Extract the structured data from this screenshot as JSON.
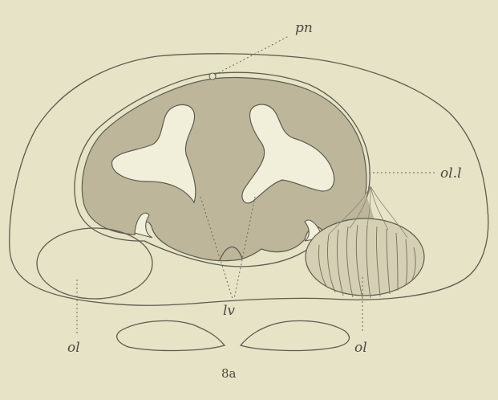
{
  "figure": {
    "number": "8a",
    "colors": {
      "paper": "#e6e3c6",
      "tissue": "#bdb69a",
      "outline": "#5c5c50",
      "cavity": "#f1efda"
    },
    "labels": {
      "pn": "pn",
      "oll": "ol.l",
      "lv": "lv",
      "ol_left": "ol",
      "ol_right": "ol"
    }
  }
}
